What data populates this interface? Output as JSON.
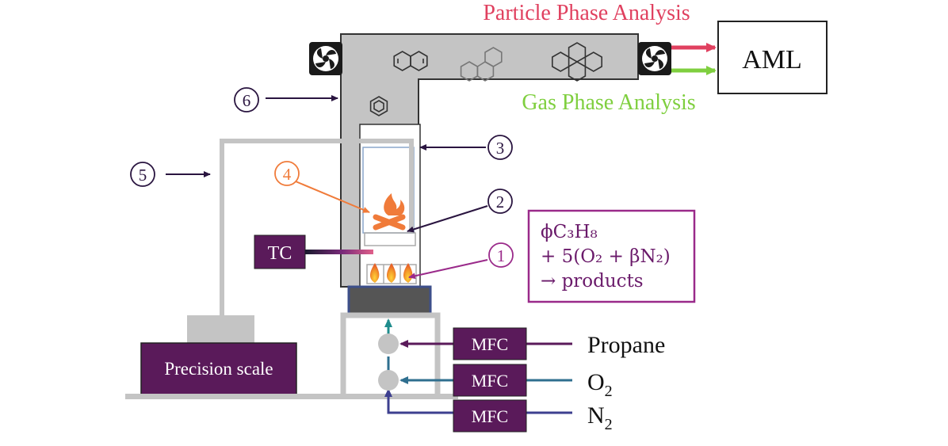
{
  "labels": {
    "particle_phase": "Particle Phase Analysis",
    "gas_phase": "Gas Phase Analysis",
    "aml": "AML",
    "tc": "TC",
    "precision_scale": "Precision scale",
    "mfc": "MFC",
    "propane": "Propane",
    "o2": "O",
    "o2_sub": "2",
    "n2": "N",
    "n2_sub": "2"
  },
  "callouts": [
    "1",
    "2",
    "3",
    "4",
    "5",
    "6"
  ],
  "reaction": {
    "line1": "ϕC₃H₈",
    "line2": "+ 5(O₂ + βN₂)",
    "line3": "→ products"
  },
  "colors": {
    "particle_arrow": "#e0405f",
    "gas_arrow": "#7fcf3f",
    "purple_box": "#5a1a5a",
    "reaction_border": "#9a2a8a",
    "flame": "#f07b3a",
    "teal_line": "#1f8c8c",
    "oxygen_line": "#2f6f8f",
    "nitrogen_line": "#3d3f8f",
    "chamber_gray": "#c4c4c4"
  }
}
